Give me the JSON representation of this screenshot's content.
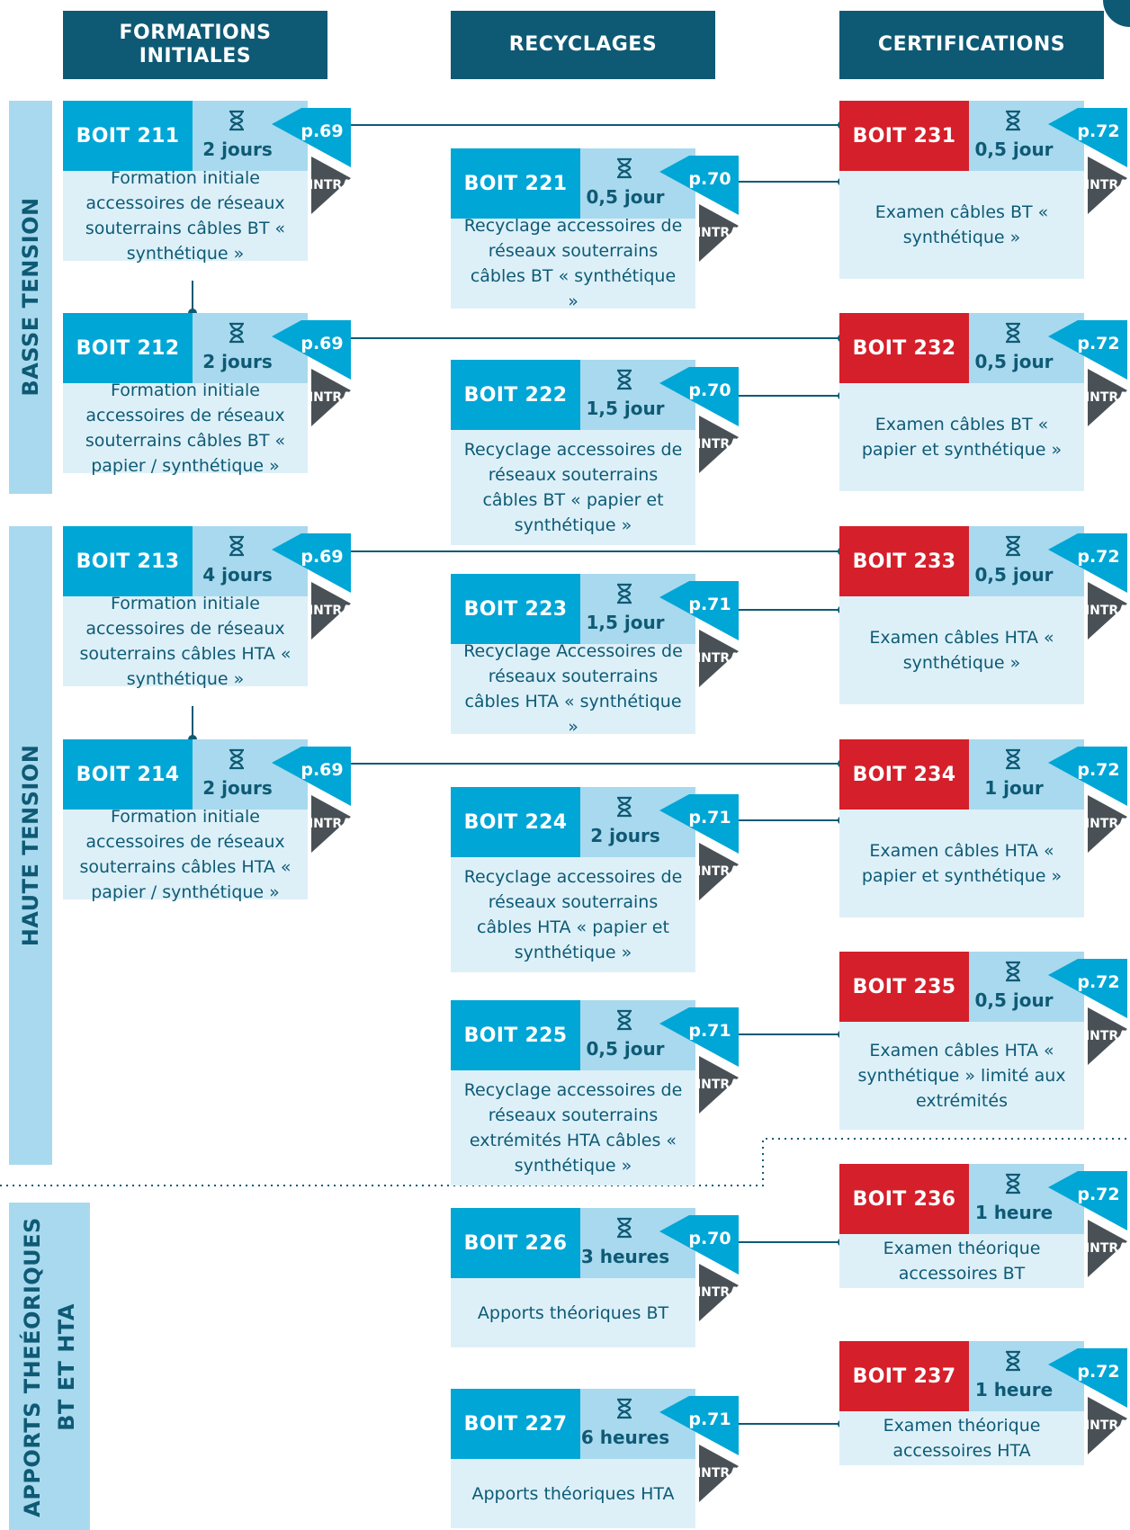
{
  "headers": {
    "formations": "FORMATIONS\nINITIALES",
    "recyclages": "RECYCLAGES",
    "certifications": "CERTIFICATIONS"
  },
  "sections": {
    "basse": "BASSE TENSION",
    "haute": "HAUTE TENSION",
    "apports_l1": "APPORTS THEÉORIQUES",
    "apports_l2": "BT ET HTA"
  },
  "intra_label": "INTRA",
  "colors": {
    "dark_teal": "#0e5a75",
    "cyan": "#00a6d6",
    "light_blue": "#a9d9ee",
    "pale_blue": "#ddf0f8",
    "red": "#d51f2a",
    "grey": "#4a5156"
  },
  "cards": [
    {
      "code": "BOIT 211",
      "duration": "2 jours",
      "page": "p.69",
      "desc": "Formation initiale accessoires de réseaux souterrains câbles BT « synthétique »",
      "type": "formation"
    },
    {
      "code": "BOIT 212",
      "duration": "2 jours",
      "page": "p.69",
      "desc": "Formation initiale accessoires de réseaux souterrains câbles BT « papier / synthétique »",
      "type": "formation"
    },
    {
      "code": "BOIT 213",
      "duration": "4 jours",
      "page": "p.69",
      "desc": "Formation initiale accessoires de réseaux souterrains câbles HTA « synthétique »",
      "type": "formation"
    },
    {
      "code": "BOIT 214",
      "duration": "2 jours",
      "page": "p.69",
      "desc": "Formation initiale accessoires de réseaux souterrains câbles HTA « papier / synthétique »",
      "type": "formation"
    },
    {
      "code": "BOIT 221",
      "duration": "0,5 jour",
      "page": "p.70",
      "desc": "Recyclage accessoires de réseaux souterrains câbles BT « synthétique »",
      "type": "recyclage"
    },
    {
      "code": "BOIT 222",
      "duration": "1,5 jour",
      "page": "p.70",
      "desc": "Recyclage accessoires de réseaux souterrains câbles BT « papier et synthétique »",
      "type": "recyclage"
    },
    {
      "code": "BOIT 223",
      "duration": "1,5 jour",
      "page": "p.71",
      "desc": "Recyclage Accessoires de réseaux souterrains câbles HTA « synthétique »",
      "type": "recyclage"
    },
    {
      "code": "BOIT 224",
      "duration": "2 jours",
      "page": "p.71",
      "desc": "Recyclage accessoires de réseaux souterrains câbles HTA « papier et synthétique »",
      "type": "recyclage"
    },
    {
      "code": "BOIT 225",
      "duration": "0,5 jour",
      "page": "p.71",
      "desc": "Recyclage accessoires de réseaux souterrains extrémités HTA câbles « synthétique »",
      "type": "recyclage"
    },
    {
      "code": "BOIT 226",
      "duration": "3 heures",
      "page": "p.70",
      "desc": "Apports théoriques BT",
      "type": "recyclage"
    },
    {
      "code": "BOIT 227",
      "duration": "6 heures",
      "page": "p.71",
      "desc": "Apports théoriques HTA",
      "type": "recyclage"
    },
    {
      "code": "BOIT 231",
      "duration": "0,5 jour",
      "page": "p.72",
      "desc": "Examen câbles BT « synthétique »",
      "type": "certification"
    },
    {
      "code": "BOIT 232",
      "duration": "0,5 jour",
      "page": "p.72",
      "desc": "Examen câbles BT « papier et synthétique »",
      "type": "certification"
    },
    {
      "code": "BOIT 233",
      "duration": "0,5 jour",
      "page": "p.72",
      "desc": "Examen câbles HTA « synthétique »",
      "type": "certification"
    },
    {
      "code": "BOIT 234",
      "duration": "1 jour",
      "page": "p.72",
      "desc": "Examen câbles HTA « papier et synthétique »",
      "type": "certification"
    },
    {
      "code": "BOIT 235",
      "duration": "0,5 jour",
      "page": "p.72",
      "desc": "Examen câbles HTA « synthétique » limité aux extrémités",
      "type": "certification"
    },
    {
      "code": "BOIT 236",
      "duration": "1 heure",
      "page": "p.72",
      "desc": "Examen théorique accessoires BT",
      "type": "certification"
    },
    {
      "code": "BOIT 237",
      "duration": "1 heure",
      "page": "p.72",
      "desc": "Examen théorique accessoires HTA",
      "type": "certification"
    }
  ]
}
